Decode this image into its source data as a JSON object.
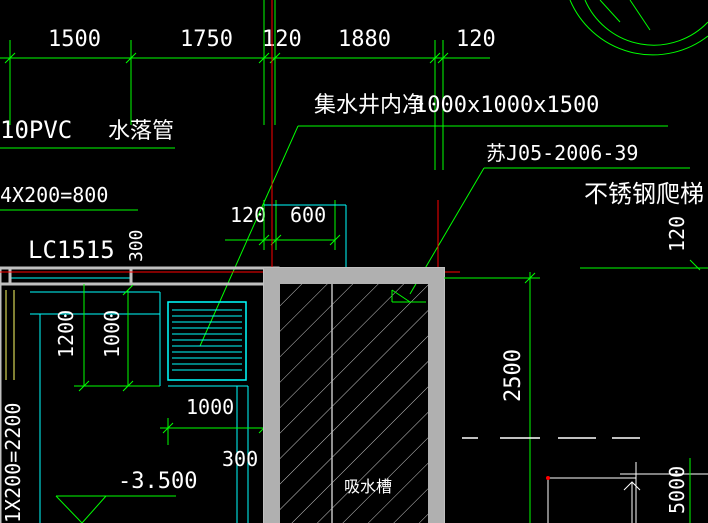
{
  "colors": {
    "background": "#000000",
    "dimension": "#00ff00",
    "wall": "#c0c0c0",
    "window": "#00ffff",
    "axis": "#ff0000",
    "text": "#ffffff",
    "leader": "#00ff00"
  },
  "dimensions_top": [
    "1500",
    "1750",
    "120",
    "1880",
    "120"
  ],
  "labels": {
    "pipe_prefix": "10PVC",
    "pipe_name": "水落管",
    "sump": "集水井内净",
    "sump_size": "1000x1000x1500",
    "standard": "苏J05-2006-39",
    "ladder": "不锈钢爬梯",
    "beam_left": "4X200=800",
    "window": "LC1515",
    "trench": "吸水槽",
    "level": "-3.500",
    "steps_vertical": "1X200=2200"
  },
  "dimensions_misc": {
    "d120a": "120",
    "d600": "600",
    "d300a": "300",
    "d1200": "1200",
    "d1000v": "1000",
    "d1000h": "1000",
    "d300b": "300",
    "d2500": "2500",
    "d120r": "120",
    "d5000": "5000"
  }
}
